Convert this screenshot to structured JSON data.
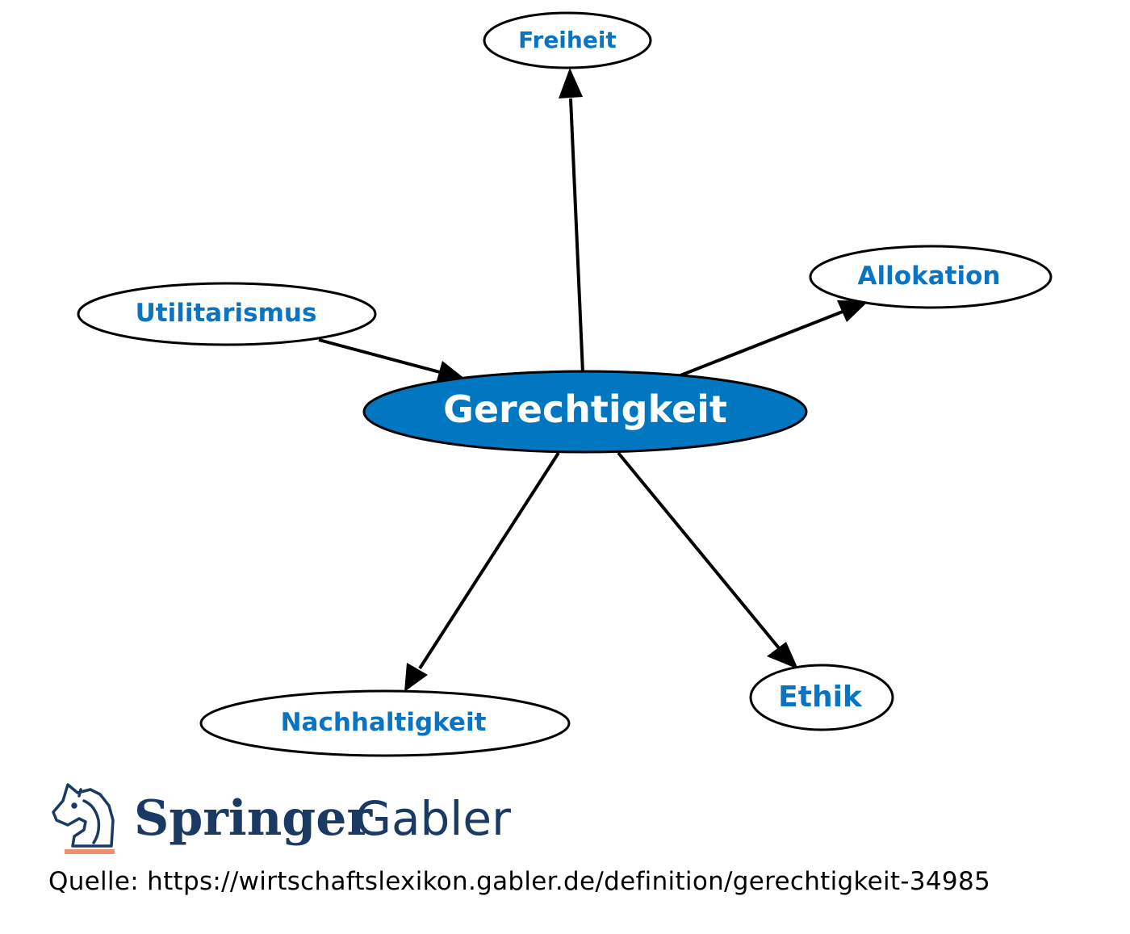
{
  "diagram": {
    "colors": {
      "center_fill": "#0077c0",
      "center_text": "#ffffff",
      "node_fill": "#ffffff",
      "node_text": "#0a74c2",
      "stroke": "#000000"
    },
    "center": {
      "label": "Gerechtigkeit"
    },
    "nodes": [
      {
        "id": "freiheit",
        "label": "Freiheit"
      },
      {
        "id": "allokation",
        "label": "Allokation"
      },
      {
        "id": "utilitarismus",
        "label": "Utilitarismus"
      },
      {
        "id": "nachhaltigkeit",
        "label": "Nachhaltigkeit"
      },
      {
        "id": "ethik",
        "label": "Ethik"
      }
    ],
    "edges": [
      {
        "from": "gerechtigkeit",
        "to": "freiheit"
      },
      {
        "from": "gerechtigkeit",
        "to": "allokation"
      },
      {
        "from": "utilitarismus",
        "to": "gerechtigkeit"
      },
      {
        "from": "gerechtigkeit",
        "to": "nachhaltigkeit"
      },
      {
        "from": "gerechtigkeit",
        "to": "ethik"
      }
    ]
  },
  "logo": {
    "word1": "Springer",
    "word2": "Gabler",
    "icon": "knight-horse-icon",
    "text_color": "#1b3a63",
    "accent_color": "#f0906a"
  },
  "source": {
    "text": "Quelle: https://wirtschaftslexikon.gabler.de/definition/gerechtigkeit-34985"
  }
}
